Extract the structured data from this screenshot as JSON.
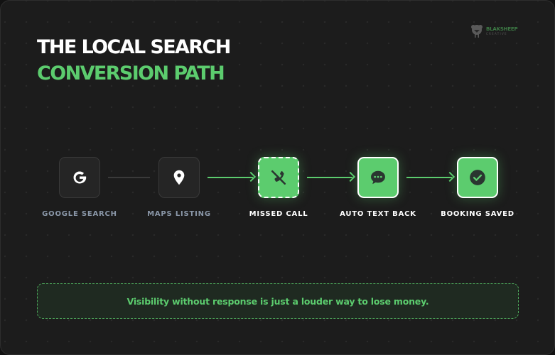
{
  "header": {
    "title_line1": "THE LOCAL SEARCH",
    "title_line2": "CONVERSION PATH"
  },
  "logo": {
    "name": "BLAKSHEEP",
    "tagline": "CREATIVE"
  },
  "colors": {
    "background": "#1c1c1c",
    "accent_green": "#5ccc6e",
    "muted_label": "#8a97a8",
    "node_dark": "#252525"
  },
  "flow": {
    "steps": [
      {
        "label": "GOOGLE SEARCH",
        "icon": "google-g-icon",
        "state": "inactive"
      },
      {
        "label": "MAPS LISTING",
        "icon": "map-pin-icon",
        "state": "inactive"
      },
      {
        "label": "MISSED CALL",
        "icon": "missed-call-icon",
        "state": "highlight-dashed"
      },
      {
        "label": "AUTO TEXT BACK",
        "icon": "chat-bubble-icon",
        "state": "active"
      },
      {
        "label": "BOOKING SAVED",
        "icon": "check-circle-icon",
        "state": "active"
      }
    ],
    "connectors": [
      {
        "from": 0,
        "to": 1,
        "style": "gray-line"
      },
      {
        "from": 1,
        "to": 2,
        "style": "green-arrow"
      },
      {
        "from": 2,
        "to": 3,
        "style": "green-arrow"
      },
      {
        "from": 3,
        "to": 4,
        "style": "green-arrow"
      }
    ]
  },
  "banner": {
    "text": "Visibility without response is just a louder way to lose money."
  }
}
